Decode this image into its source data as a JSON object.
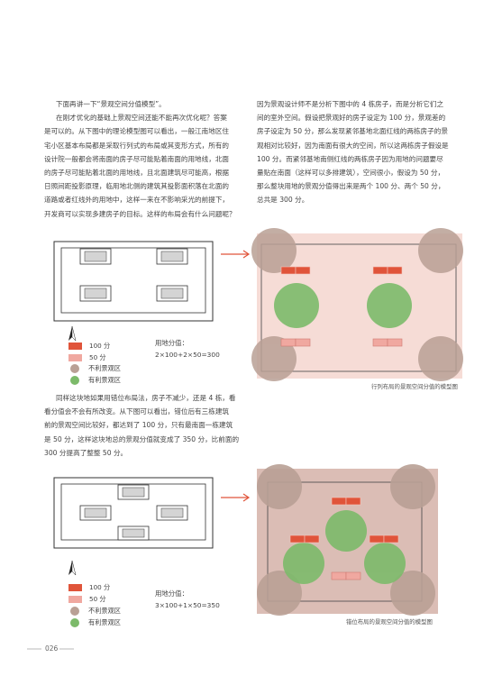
{
  "left_text": {
    "heading": "下面再讲一下“景观空间分值模型”。",
    "para1_lines": [
      "在刚才优化的基础上景观空间还能不能再次优化呢？答案",
      "是可以的。从下图中的理论模型图可以看出，一般江南地区住",
      "宅小区基本布局都是采取行列式的布局或其变形方式，所有的",
      "设计院一般都会将南面的房子尽可能贴着南面的用地线，北面",
      "的房子尽可能贴着北面的用地线，且北面建筑尽可能高，根据",
      "日照间距投影原理，临用地北侧的建筑其投影面积落在北面的",
      "道路或者红线外的用地中，这样一来在不影响采光的前提下，",
      "开发商可以实现多建房子的目标。这样的布局会有什么问题呢？"
    ]
  },
  "right_text": {
    "lines": [
      "因为景观设计师不是分析下图中的 4 栋房子，而是分析它们之",
      "间的室外空间。假设把景观好的房子设定为 100 分，景观差的",
      "房子设定为 50 分，那么发现紧邻基地北面红线的两栋房子的景",
      "观相对比较好，因为南面有很大的空间，所以这两栋房子假设是",
      "100 分。而紧邻基地南侧红线的两栋房子因为用地的问题要尽",
      "量贴在南面（这样可以多排建筑），空间很小，假设为 50 分，",
      "那么整块用地的景观分值得出来是两个 100 分、两个 50 分，",
      "总共是 300 分。"
    ]
  },
  "middle_text": {
    "lines": [
      "同样这块地如果用错位布局法，房子不减少，还是 4 栋，看",
      "看分值会不会有所改变。从下图可以看出，错位后有三栋建筑",
      "前的景观空间比较好，都达到了 100 分，只有最南面一栋建筑",
      "是 50 分，这样这块地总的景观分值就变成了 350 分，比前面的",
      "300 分提高了整整 50 分。"
    ]
  },
  "legend": {
    "label_100": "100 分",
    "label_50": "50 分",
    "label_bad": "不利景观区",
    "label_good": "有利景观区"
  },
  "scores": {
    "title": "用地分值：",
    "formula1": "2×100+2×50=300",
    "formula2": "3×100+1×50=350"
  },
  "captions": {
    "figure1": "行列布局的景观空间分值的模型图",
    "figure2": "错位布局的景观空间分值的模型图"
  },
  "page_number": "026",
  "colors": {
    "score_100": "#e0543a",
    "score_50": "#f0a8a0",
    "unfavorable": "#b9a095",
    "favorable": "#7cba6a",
    "panel1_bg": "#f6dcd6",
    "panel2_bg": "#dbbdb5",
    "arrow": "#e0543a"
  },
  "icons": {
    "north": "north-arrow-icon"
  }
}
